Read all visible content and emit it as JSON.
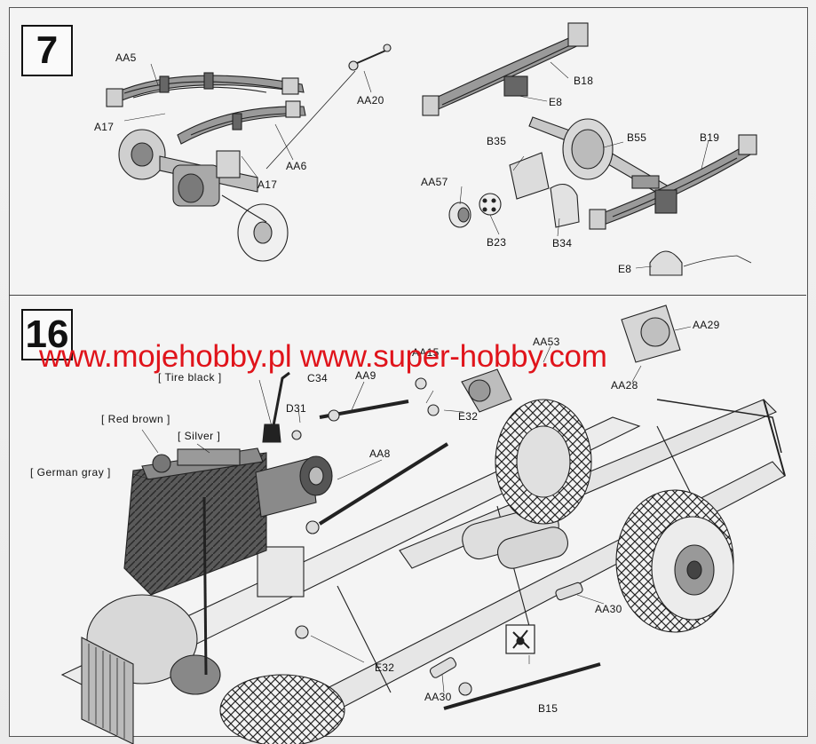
{
  "steps": [
    {
      "number": "7"
    },
    {
      "number": "16"
    }
  ],
  "step7_labels": {
    "aa5": "AA5",
    "aa20": "AA20",
    "a17_left": "A17",
    "aa6": "AA6",
    "a17_right": "A17",
    "b18": "B18",
    "e8_top": "E8",
    "b35": "B35",
    "b55": "B55",
    "b19": "B19",
    "aa57": "AA57",
    "b23": "B23",
    "b34": "B34",
    "e8_bottom": "E8"
  },
  "step16_labels": {
    "aa29": "AA29",
    "aa15": "AA15",
    "aa53": "AA53",
    "aa28": "AA28",
    "c34": "C34",
    "aa9": "AA9",
    "d31": "D31",
    "e32_top": "E32",
    "aa8": "AA8",
    "aa30_right": "AA30",
    "e32_bottom": "E32",
    "aa30_left": "AA30",
    "b15": "B15"
  },
  "paint_callouts": {
    "tire_black": "[ Tire black ]",
    "red_brown": "[ Red brown ]",
    "silver": "[ Silver ]",
    "german_gray": "[ German gray ]"
  },
  "watermark": {
    "text": "www.mojehobby.pl www.super-hobby.com",
    "color": "#e0141b"
  },
  "icons": [
    "no-glue-icon"
  ]
}
